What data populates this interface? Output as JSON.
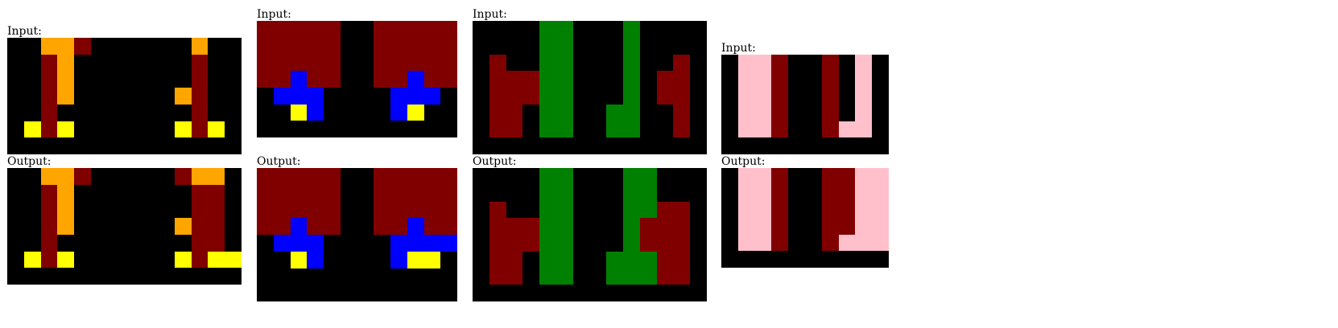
{
  "labels": {
    "input": "Input:",
    "output": "Output:"
  },
  "palette": {
    "0": "#000000",
    "1": "#0000ff",
    "3": "#008000",
    "4": "#ffff00",
    "6": "#ffc0cb",
    "7": "#ffa500",
    "9": "#800000"
  },
  "examples": [
    {
      "input": [
        [
          0,
          0,
          7,
          7,
          9,
          0,
          0,
          0,
          0,
          0,
          0,
          7,
          0,
          0
        ],
        [
          0,
          0,
          9,
          7,
          0,
          0,
          0,
          0,
          0,
          0,
          0,
          9,
          0,
          0
        ],
        [
          0,
          0,
          9,
          7,
          0,
          0,
          0,
          0,
          0,
          0,
          0,
          9,
          0,
          0
        ],
        [
          0,
          0,
          9,
          7,
          0,
          0,
          0,
          0,
          0,
          0,
          7,
          9,
          0,
          0
        ],
        [
          0,
          0,
          9,
          0,
          0,
          0,
          0,
          0,
          0,
          0,
          0,
          9,
          0,
          0
        ],
        [
          0,
          4,
          9,
          4,
          0,
          0,
          0,
          0,
          0,
          0,
          4,
          9,
          4,
          0
        ],
        [
          0,
          0,
          0,
          0,
          0,
          0,
          0,
          0,
          0,
          0,
          0,
          0,
          0,
          0
        ]
      ],
      "output": [
        [
          0,
          0,
          7,
          7,
          9,
          0,
          0,
          0,
          0,
          0,
          9,
          7,
          7,
          0
        ],
        [
          0,
          0,
          9,
          7,
          0,
          0,
          0,
          0,
          0,
          0,
          0,
          9,
          9,
          0
        ],
        [
          0,
          0,
          9,
          7,
          0,
          0,
          0,
          0,
          0,
          0,
          0,
          9,
          9,
          0
        ],
        [
          0,
          0,
          9,
          7,
          0,
          0,
          0,
          0,
          0,
          0,
          7,
          9,
          9,
          0
        ],
        [
          0,
          0,
          9,
          0,
          0,
          0,
          0,
          0,
          0,
          0,
          0,
          9,
          9,
          0
        ],
        [
          0,
          4,
          9,
          4,
          0,
          0,
          0,
          0,
          0,
          0,
          4,
          9,
          4,
          4
        ],
        [
          0,
          0,
          0,
          0,
          0,
          0,
          0,
          0,
          0,
          0,
          0,
          0,
          0,
          0
        ]
      ]
    },
    {
      "input": [
        [
          9,
          9,
          9,
          9,
          9,
          0,
          0,
          9,
          9,
          9,
          9,
          9
        ],
        [
          9,
          9,
          9,
          9,
          9,
          0,
          0,
          9,
          9,
          9,
          9,
          9
        ],
        [
          9,
          9,
          9,
          9,
          9,
          0,
          0,
          9,
          9,
          9,
          9,
          9
        ],
        [
          9,
          9,
          1,
          9,
          9,
          0,
          0,
          9,
          9,
          1,
          9,
          9
        ],
        [
          0,
          1,
          1,
          1,
          0,
          0,
          0,
          0,
          1,
          1,
          1,
          0
        ],
        [
          0,
          0,
          4,
          1,
          0,
          0,
          0,
          0,
          1,
          4,
          0,
          0
        ],
        [
          0,
          0,
          0,
          0,
          0,
          0,
          0,
          0,
          0,
          0,
          0,
          0
        ]
      ],
      "output": [
        [
          9,
          9,
          9,
          9,
          9,
          0,
          0,
          9,
          9,
          9,
          9,
          9
        ],
        [
          9,
          9,
          9,
          9,
          9,
          0,
          0,
          9,
          9,
          9,
          9,
          9
        ],
        [
          9,
          9,
          9,
          9,
          9,
          0,
          0,
          9,
          9,
          9,
          9,
          9
        ],
        [
          9,
          9,
          1,
          9,
          9,
          0,
          0,
          9,
          9,
          1,
          9,
          9
        ],
        [
          0,
          1,
          1,
          1,
          0,
          0,
          0,
          0,
          1,
          1,
          1,
          1
        ],
        [
          0,
          0,
          4,
          1,
          0,
          0,
          0,
          0,
          1,
          4,
          4,
          0
        ],
        [
          0,
          0,
          0,
          0,
          0,
          0,
          0,
          0,
          0,
          0,
          0,
          0
        ],
        [
          0,
          0,
          0,
          0,
          0,
          0,
          0,
          0,
          0,
          0,
          0,
          0
        ]
      ]
    },
    {
      "input": [
        [
          0,
          0,
          0,
          0,
          3,
          3,
          0,
          0,
          0,
          3,
          0,
          0,
          0,
          0
        ],
        [
          0,
          0,
          0,
          0,
          3,
          3,
          0,
          0,
          0,
          3,
          0,
          0,
          0,
          0
        ],
        [
          0,
          9,
          0,
          0,
          3,
          3,
          0,
          0,
          0,
          3,
          0,
          0,
          9,
          0
        ],
        [
          0,
          9,
          9,
          9,
          3,
          3,
          0,
          0,
          0,
          3,
          0,
          9,
          9,
          0
        ],
        [
          0,
          9,
          9,
          9,
          3,
          3,
          0,
          0,
          0,
          3,
          0,
          9,
          9,
          0
        ],
        [
          0,
          9,
          9,
          0,
          3,
          3,
          0,
          0,
          3,
          3,
          0,
          0,
          9,
          0
        ],
        [
          0,
          9,
          9,
          0,
          3,
          3,
          0,
          0,
          3,
          3,
          0,
          0,
          9,
          0
        ],
        [
          0,
          0,
          0,
          0,
          0,
          0,
          0,
          0,
          0,
          0,
          0,
          0,
          0,
          0
        ]
      ],
      "output": [
        [
          0,
          0,
          0,
          0,
          3,
          3,
          0,
          0,
          0,
          3,
          3,
          0,
          0,
          0
        ],
        [
          0,
          0,
          0,
          0,
          3,
          3,
          0,
          0,
          0,
          3,
          3,
          0,
          0,
          0
        ],
        [
          0,
          9,
          0,
          0,
          3,
          3,
          0,
          0,
          0,
          3,
          3,
          9,
          9,
          0
        ],
        [
          0,
          9,
          9,
          9,
          3,
          3,
          0,
          0,
          0,
          3,
          9,
          9,
          9,
          0
        ],
        [
          0,
          9,
          9,
          9,
          3,
          3,
          0,
          0,
          0,
          3,
          9,
          9,
          9,
          0
        ],
        [
          0,
          9,
          9,
          0,
          3,
          3,
          0,
          0,
          3,
          3,
          3,
          9,
          9,
          0
        ],
        [
          0,
          9,
          9,
          0,
          3,
          3,
          0,
          0,
          3,
          3,
          3,
          9,
          9,
          0
        ],
        [
          0,
          0,
          0,
          0,
          0,
          0,
          0,
          0,
          0,
          0,
          0,
          0,
          0,
          0
        ]
      ]
    },
    {
      "input": [
        [
          0,
          6,
          6,
          9,
          0,
          0,
          9,
          0,
          6,
          0
        ],
        [
          0,
          6,
          6,
          9,
          0,
          0,
          9,
          0,
          6,
          0
        ],
        [
          0,
          6,
          6,
          9,
          0,
          0,
          9,
          0,
          6,
          0
        ],
        [
          0,
          6,
          6,
          9,
          0,
          0,
          9,
          0,
          6,
          0
        ],
        [
          0,
          6,
          6,
          9,
          0,
          0,
          9,
          6,
          6,
          0
        ],
        [
          0,
          0,
          0,
          0,
          0,
          0,
          0,
          0,
          0,
          0
        ]
      ],
      "output": [
        [
          0,
          6,
          6,
          9,
          0,
          0,
          9,
          9,
          6,
          6
        ],
        [
          0,
          6,
          6,
          9,
          0,
          0,
          9,
          9,
          6,
          6
        ],
        [
          0,
          6,
          6,
          9,
          0,
          0,
          9,
          9,
          6,
          6
        ],
        [
          0,
          6,
          6,
          9,
          0,
          0,
          9,
          9,
          6,
          6
        ],
        [
          0,
          6,
          6,
          9,
          0,
          0,
          9,
          6,
          6,
          6
        ],
        [
          0,
          0,
          0,
          0,
          0,
          0,
          0,
          0,
          0,
          0
        ]
      ]
    }
  ]
}
